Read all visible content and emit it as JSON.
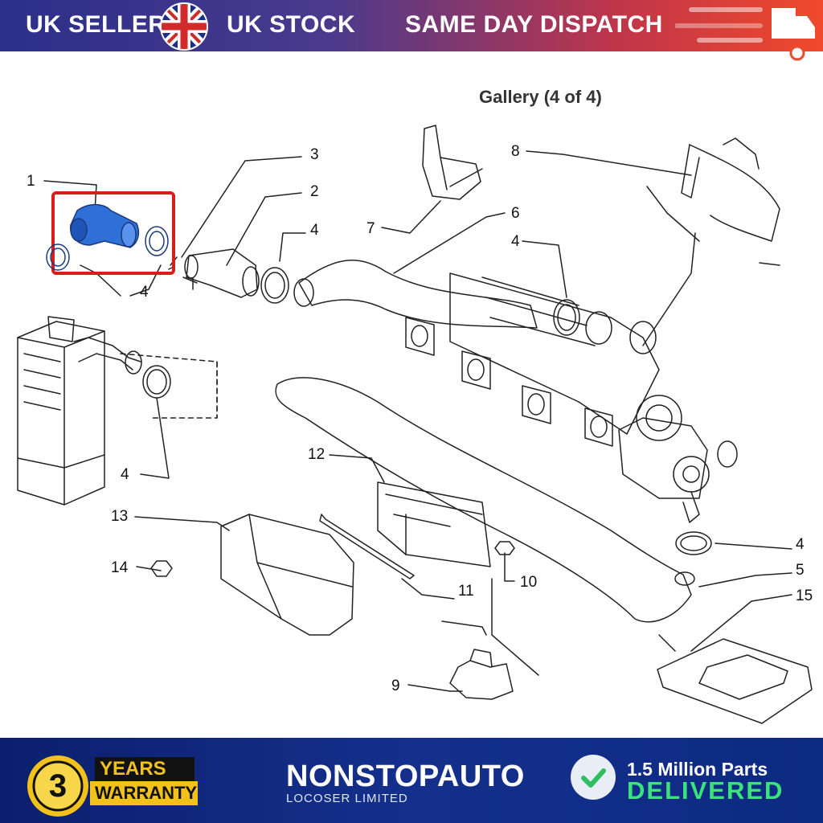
{
  "top_banner": {
    "seller_label": "UK SELLER",
    "stock_label": "UK STOCK",
    "dispatch_label": "SAME DAY DISPATCH",
    "icons": [
      "uk-flag-icon",
      "delivery-truck-icon"
    ]
  },
  "gallery_label": "Gallery (4 of 4)",
  "diagram": {
    "callouts": [
      "1",
      "2",
      "3",
      "4",
      "4",
      "4",
      "4",
      "4",
      "5",
      "6",
      "7",
      "8",
      "9",
      "10",
      "11",
      "12",
      "13",
      "14",
      "15"
    ],
    "highlight_color": "#d91c1c",
    "highlighted_part_color": "#2e6fd8"
  },
  "bottom_banner": {
    "warranty_number": "3",
    "warranty_years": "YEARS",
    "warranty_word": "WARRANTY",
    "brand_name": "NONSTOPAUTO",
    "brand_sub": "LOCOSER LIMITED",
    "parts_line": "1.5 Million Parts",
    "delivered_line": "DELIVERED"
  }
}
